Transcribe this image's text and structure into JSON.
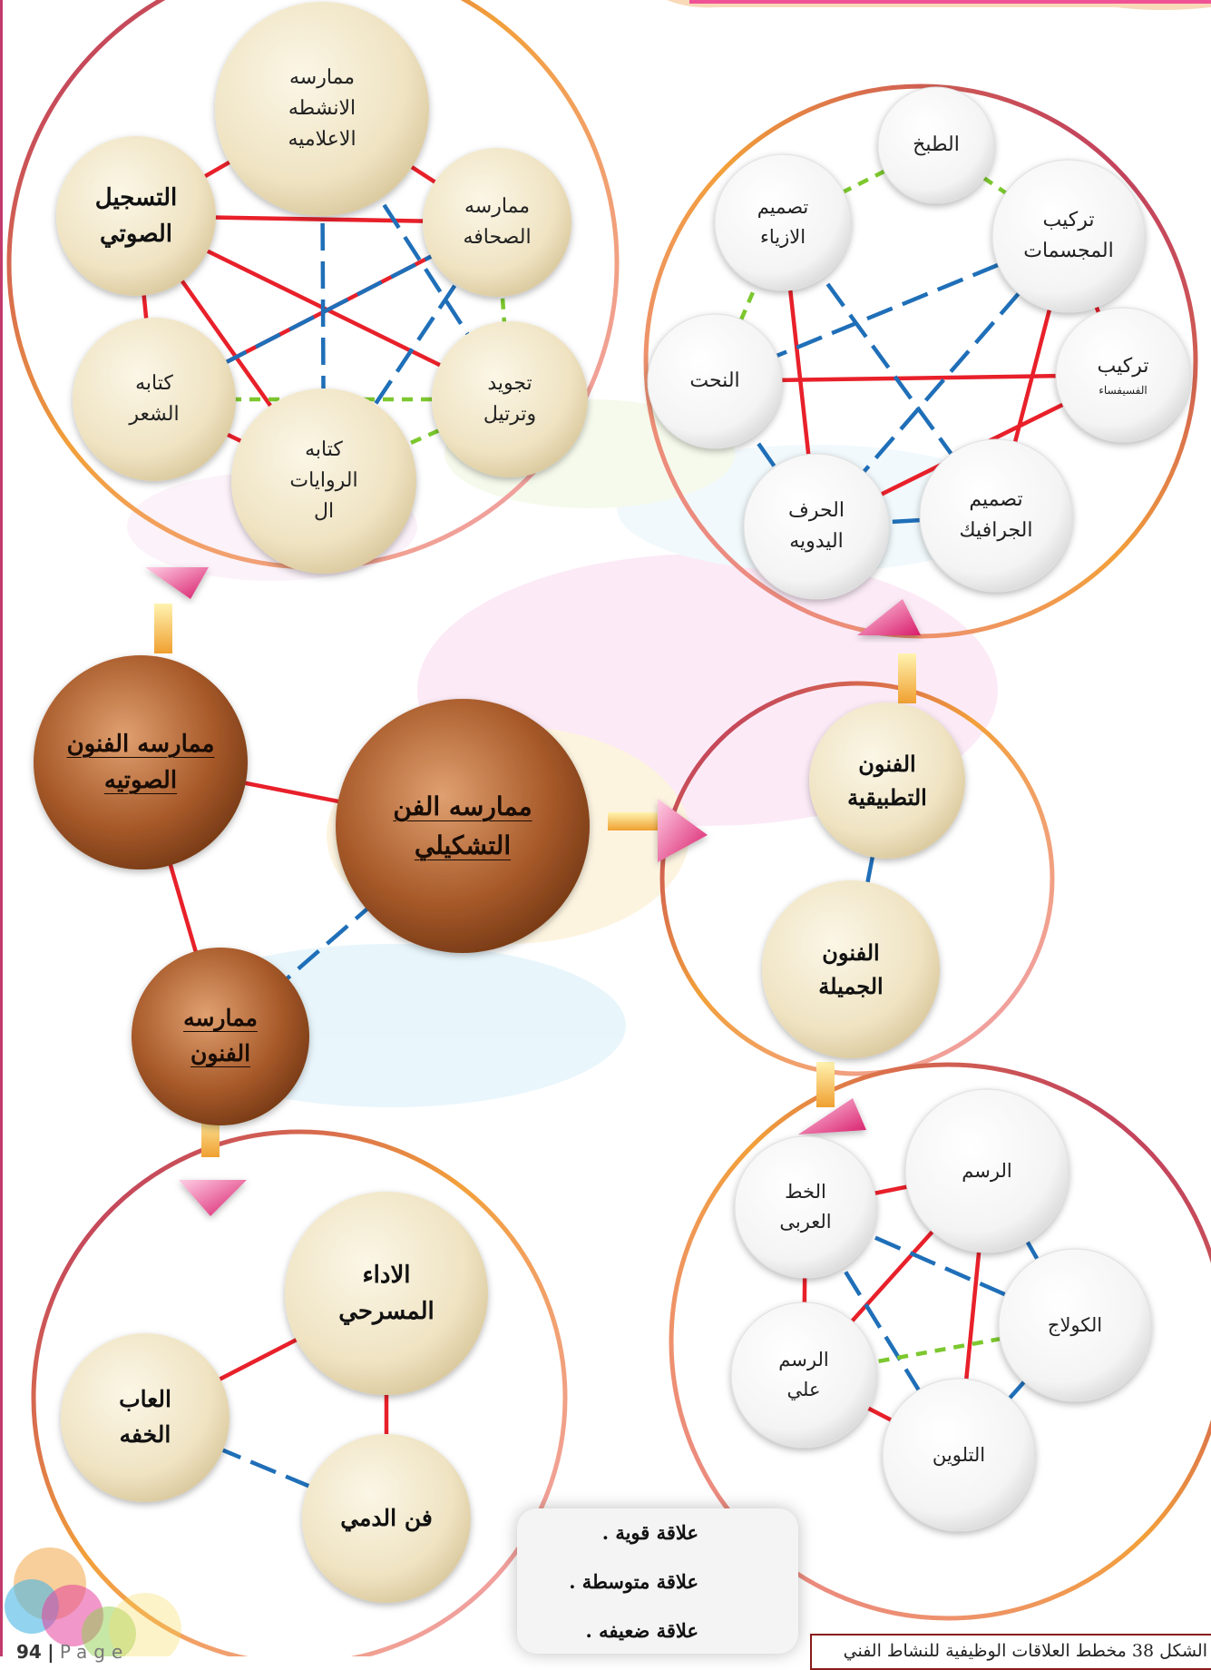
{
  "diagram": {
    "center_nodes": [
      {
        "id": "visual",
        "label": "ممارسه الفن\nالتشكيلي"
      },
      {
        "id": "audio",
        "label": "ممارسه الفنون\nالصوتيه"
      },
      {
        "id": "arts",
        "label": "ممارسه\nالفنون"
      }
    ],
    "arts_cluster": [
      {
        "id": "applied",
        "label": "الفنون\nالتطبيقية"
      },
      {
        "id": "fine",
        "label": "الفنون\nالجميلة"
      }
    ],
    "applied_cluster": [
      {
        "id": "cooking",
        "label": "الطبخ"
      },
      {
        "id": "fashion",
        "label": "تصميم\nالازياء"
      },
      {
        "id": "models",
        "label": "تركيب\nالمجسمات"
      },
      {
        "id": "sculpture",
        "label": "النحت"
      },
      {
        "id": "mosaic",
        "label": "تركيب",
        "sublabel": "الفسيفساء"
      },
      {
        "id": "crafts",
        "label": "الحرف\nاليدويه"
      },
      {
        "id": "graphic",
        "label": "تصميم\nالجرافيك"
      }
    ],
    "fine_cluster": [
      {
        "id": "drawing",
        "label": "الرسم"
      },
      {
        "id": "calligraphy",
        "label": "الخط\nالعربى"
      },
      {
        "id": "collage",
        "label": "الكولاج"
      },
      {
        "id": "painting_on",
        "label": "الرسم\nعلي"
      },
      {
        "id": "coloring",
        "label": "التلوين"
      }
    ],
    "audio_cluster": [
      {
        "id": "media",
        "label": "ممارسه\nالانشطه\nالاعلاميه"
      },
      {
        "id": "recording",
        "label": "التسجيل\nالصوتي"
      },
      {
        "id": "journalism",
        "label": "ممارسه\nالصحافه"
      },
      {
        "id": "poetry",
        "label": "كتابه\nالشعر"
      },
      {
        "id": "tajweed",
        "label": "تجويد\nوترتيل"
      },
      {
        "id": "novels",
        "label": "كتابه\nالروايات\nال"
      }
    ],
    "theater_cluster": [
      {
        "id": "stage",
        "label": "الاداء\nالمسرحي"
      },
      {
        "id": "shadow",
        "label": "العاب\nالخفه"
      },
      {
        "id": "puppets",
        "label": "فن الدمي"
      }
    ]
  },
  "legend": {
    "strong": "علاقة قوية .",
    "medium": "علاقة متوسطة .",
    "weak": "علاقة ضعيفه ."
  },
  "caption": "الشكل 38 مخطط العلاقات الوظيفية للنشاط الفني",
  "page": {
    "number": "94",
    "sep": "|",
    "word": "Page"
  },
  "colors": {
    "strong": "#e8202a",
    "medium": "#1f6fb8",
    "weak": "#7cc82e",
    "brown": "#9e5426",
    "cream": "#ede1c0"
  }
}
